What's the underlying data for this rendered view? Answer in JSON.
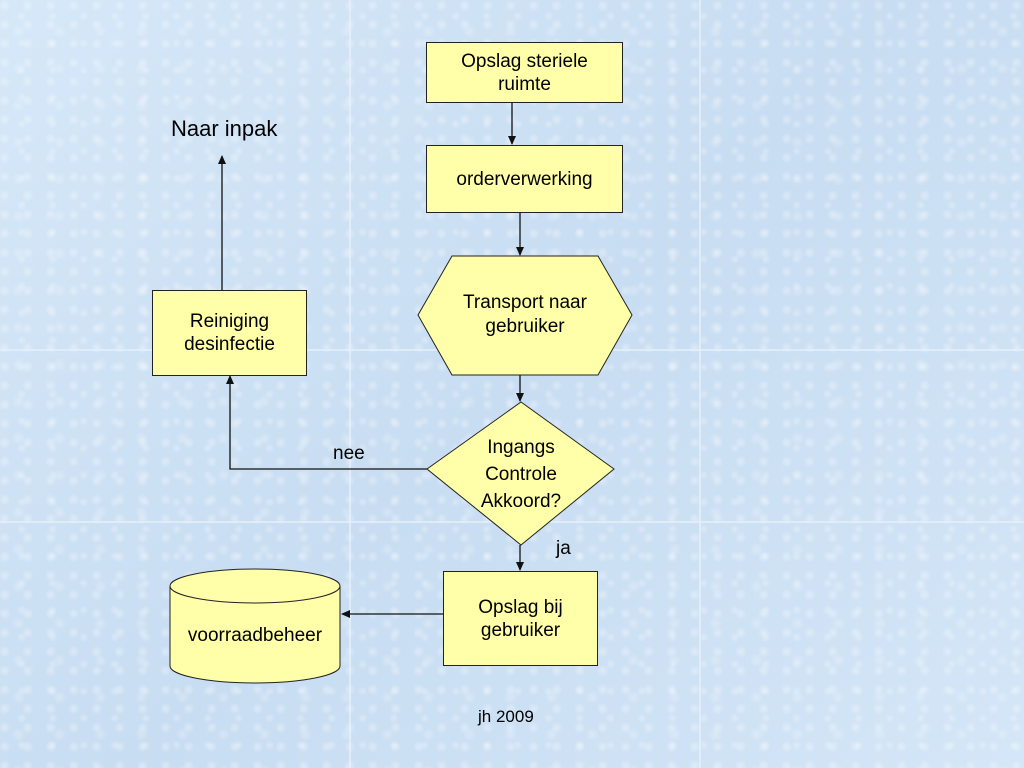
{
  "colors": {
    "node_fill": "#ffffaa",
    "stroke": "#222222",
    "background": "#cfe3f5"
  },
  "diagram": {
    "nodes": {
      "opslag_steriele": "Opslag steriele\nruimte",
      "orderverwerking": "orderverwerking",
      "transport": "Transport naar\ngebruiker",
      "ingangs": "Ingangs\nControle\nAkkoord?",
      "opslag_bij": "Opslag bij\ngebruiker",
      "voorraadbeheer": "voorraadbeheer",
      "reiniging": "Reiniging\ndesinfectie"
    },
    "labels": {
      "naar_inpak": "Naar inpak",
      "nee": "nee",
      "ja": "ja",
      "footer": "jh 2009"
    }
  }
}
